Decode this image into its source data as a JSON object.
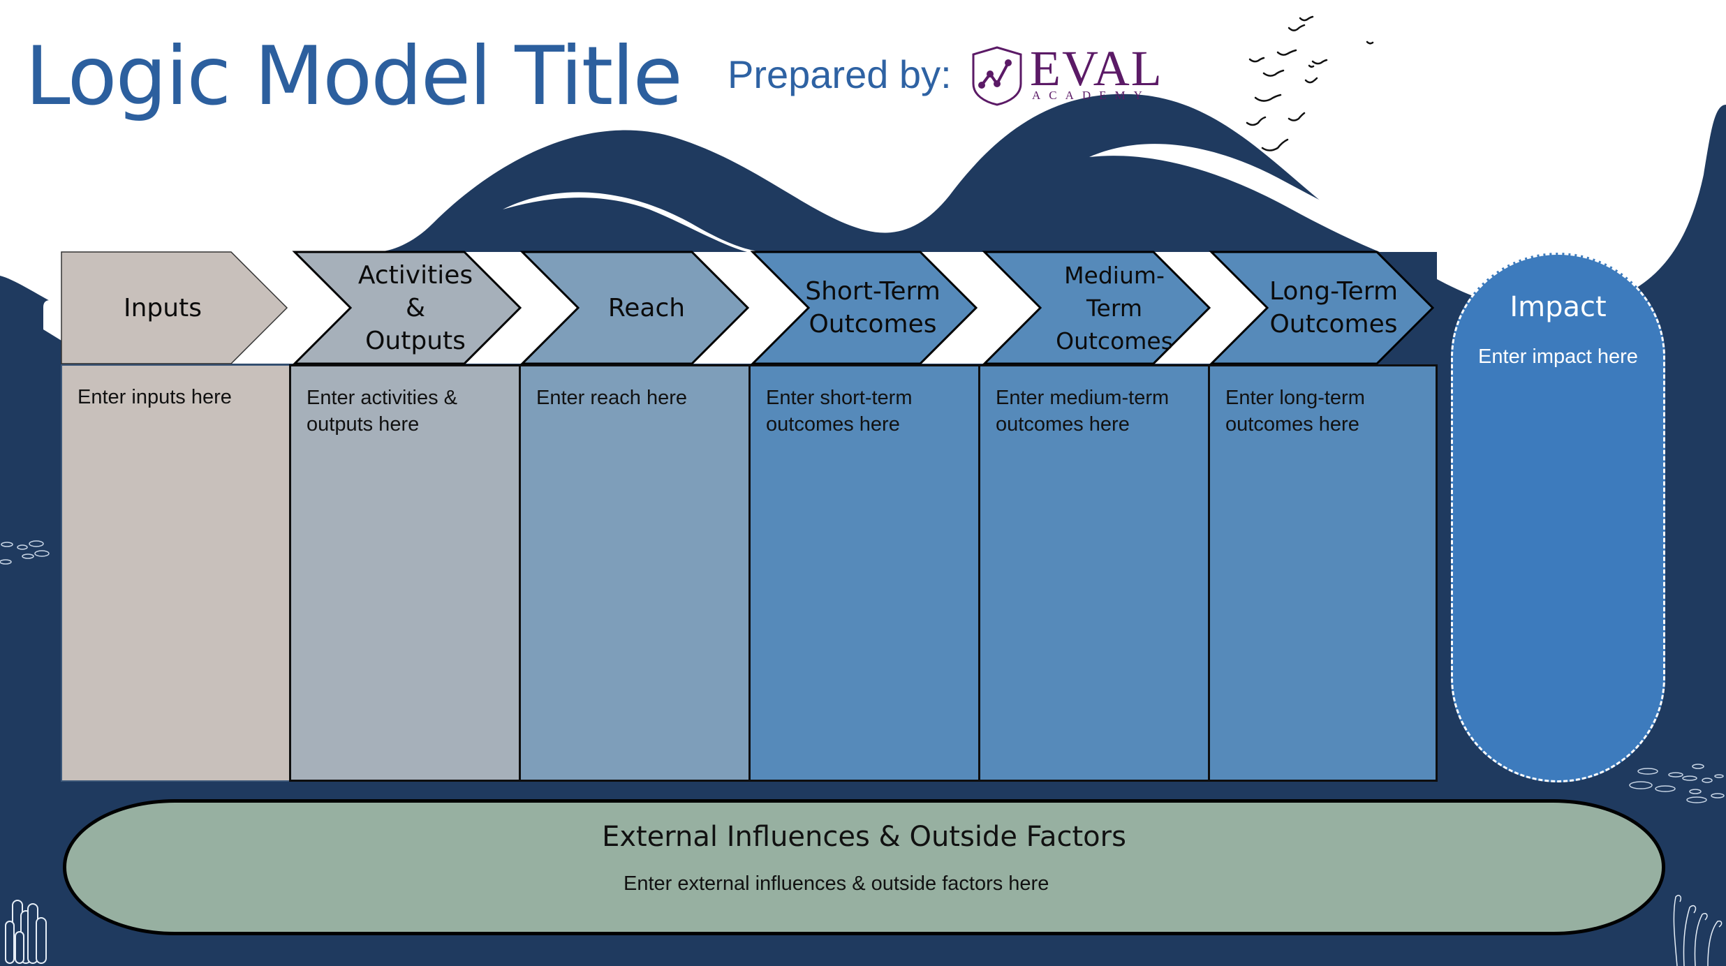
{
  "header": {
    "title": "Logic Model Title",
    "prepared_by_label": "Prepared by:",
    "logo": {
      "name": "EVAL",
      "subtitle": "ACADEMY",
      "icon": "shield-chart-icon",
      "color": "#5b1a66"
    }
  },
  "stages": [
    {
      "key": "inputs",
      "header_lines": [
        "Inputs"
      ],
      "body": "Enter inputs here",
      "color": "#c8c0bb"
    },
    {
      "key": "activities",
      "header_lines": [
        "Activities &",
        "Outputs"
      ],
      "body": "Enter activities & outputs here",
      "color": "#a6b0ba"
    },
    {
      "key": "reach",
      "header_lines": [
        "Reach"
      ],
      "body": "Enter reach here",
      "color": "#7e9eba"
    },
    {
      "key": "short-term",
      "header_lines": [
        "Short-Term",
        "Outcomes"
      ],
      "body": "Enter short-term outcomes here",
      "color": "#568aba"
    },
    {
      "key": "medium-term",
      "header_lines": [
        "Medium-Term",
        "Outcomes"
      ],
      "body": "Enter medium-term outcomes here",
      "color": "#568aba"
    },
    {
      "key": "long-term",
      "header_lines": [
        "Long-Term",
        "Outcomes"
      ],
      "body": "Enter long-term outcomes here",
      "color": "#568aba"
    }
  ],
  "impact": {
    "title": "Impact",
    "body": "Enter impact here",
    "color": "#3d7bbd"
  },
  "external": {
    "title": "External Influences & Outside Factors",
    "body": "Enter external influences & outside factors here",
    "color": "#97b0a1"
  },
  "theme": {
    "navy": "#1f3a5f",
    "title_blue": "#2c5f9e"
  },
  "decorations": [
    "birds-icon",
    "wave-icon",
    "fish-school-icon",
    "coral-icon",
    "seaweed-icon"
  ]
}
